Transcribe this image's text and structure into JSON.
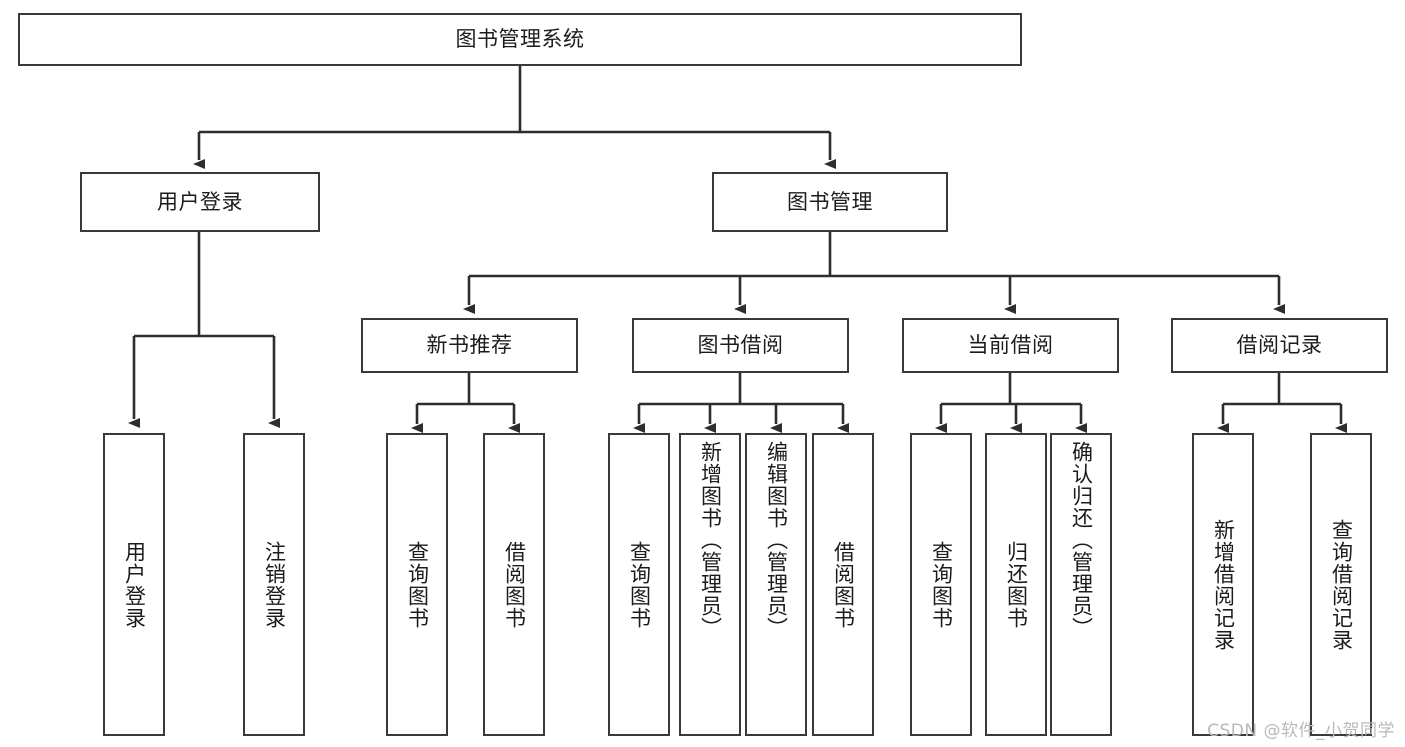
{
  "diagram": {
    "type": "tree",
    "title": "图书管理系统",
    "watermark": "CSDN @软件_小贺同学",
    "colors": {
      "box_border": "#3a3a3a",
      "box_fill": "#ffffff",
      "edge": "#2d2d2d",
      "text": "#1c1c1c",
      "watermark": "#b9b9b9",
      "canvas": "#ffffff"
    },
    "nodes": {
      "root": {
        "label": "图书管理系统",
        "orientation": "horizontal",
        "level": 0
      },
      "l1": [
        {
          "id": "user_login",
          "label": "用户登录",
          "orientation": "horizontal",
          "level": 1
        },
        {
          "id": "book_manage",
          "label": "图书管理",
          "orientation": "horizontal",
          "level": 1
        }
      ],
      "l2": [
        {
          "id": "new_book_rec",
          "label": "新书推荐",
          "orientation": "horizontal",
          "level": 2,
          "parent": "book_manage"
        },
        {
          "id": "book_borrow",
          "label": "图书借阅",
          "orientation": "horizontal",
          "level": 2,
          "parent": "book_manage"
        },
        {
          "id": "current_borrow",
          "label": "当前借阅",
          "orientation": "horizontal",
          "level": 2,
          "parent": "book_manage"
        },
        {
          "id": "borrow_record",
          "label": "借阅记录",
          "orientation": "horizontal",
          "level": 2,
          "parent": "book_manage"
        }
      ],
      "leaves": [
        {
          "id": "leaf_user_login",
          "label": "用户登录",
          "orientation": "vertical",
          "parent": "user_login"
        },
        {
          "id": "leaf_logout",
          "label": "注销登录",
          "orientation": "vertical",
          "parent": "user_login"
        },
        {
          "id": "leaf_query_book_1",
          "label": "查询图书",
          "orientation": "vertical",
          "parent": "new_book_rec"
        },
        {
          "id": "leaf_borrow_book_1",
          "label": "借阅图书",
          "orientation": "vertical",
          "parent": "new_book_rec"
        },
        {
          "id": "leaf_query_book_2",
          "label": "查询图书",
          "orientation": "vertical",
          "parent": "book_borrow"
        },
        {
          "id": "leaf_add_book",
          "label": "新增图书（管理员）",
          "orientation": "vertical",
          "parent": "book_borrow"
        },
        {
          "id": "leaf_edit_book",
          "label": "编辑图书（管理员）",
          "orientation": "vertical",
          "parent": "book_borrow"
        },
        {
          "id": "leaf_borrow_book_2",
          "label": "借阅图书",
          "orientation": "vertical",
          "parent": "book_borrow"
        },
        {
          "id": "leaf_query_book_3",
          "label": "查询图书",
          "orientation": "vertical",
          "parent": "current_borrow"
        },
        {
          "id": "leaf_return_book",
          "label": "归还图书",
          "orientation": "vertical",
          "parent": "current_borrow"
        },
        {
          "id": "leaf_confirm_return",
          "label": "确认归还（管理员）",
          "orientation": "vertical",
          "parent": "current_borrow"
        },
        {
          "id": "leaf_add_record",
          "label": "新增借阅记录",
          "orientation": "vertical",
          "parent": "borrow_record"
        },
        {
          "id": "leaf_query_record",
          "label": "查询借阅记录",
          "orientation": "vertical",
          "parent": "borrow_record"
        }
      ]
    }
  }
}
